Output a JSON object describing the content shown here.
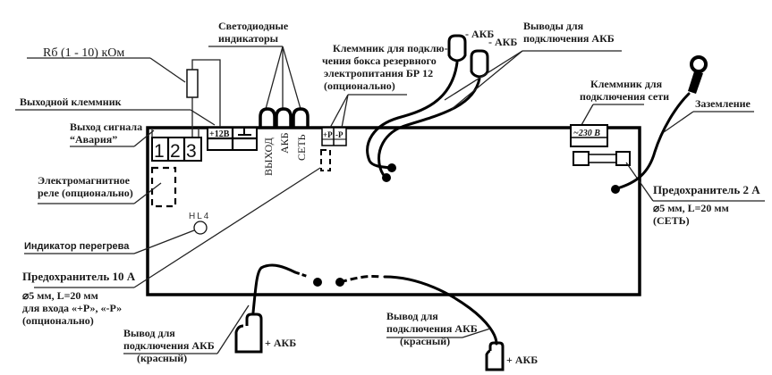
{
  "diagram": {
    "resistor": {
      "label": "Rб  (1 - 10) кОм"
    },
    "led_indicators": {
      "title_line1": "Светодиодные",
      "title_line2": "индикаторы",
      "leds": [
        "ВЫХОД",
        "АКБ",
        "СЕТЬ"
      ]
    },
    "output_terminal": {
      "label": "Выходной клеммник",
      "pins": [
        "1",
        "2",
        "3"
      ],
      "power_labels": [
        "+12В",
        "⊥"
      ]
    },
    "alarm_output": {
      "line1": "Выход сигнала",
      "line2": "“Авария”"
    },
    "relay": {
      "line1": "Электромагнитное",
      "line2": "реле (опционально)"
    },
    "overheat": {
      "designator": "HL4",
      "label": "Индикатор перегрева"
    },
    "fuse_10a": {
      "title": "Предохранитель 10 А",
      "line1": "⌀5 мм, L=20 мм",
      "line2": "для входа «+Р», «-Р»",
      "line3": "(опционально)"
    },
    "backup_terminal": {
      "line1": "Клеммник для подклю-",
      "line2": "чения бокса резервного",
      "line3": "электропитания БР 12",
      "line4": "(опционально)",
      "pins": [
        "+P",
        "-P"
      ]
    },
    "battery_leads": {
      "title_line1": "Выводы  для",
      "title_line2": "подключения АКБ",
      "neg_label": "- АКБ",
      "pos_label": "+ АКБ"
    },
    "mains_terminal": {
      "line1": "Клеммник для",
      "line2": "подключения сети",
      "box_label": "~230 В"
    },
    "ground": {
      "label": "Заземление"
    },
    "fuse_2a": {
      "title": "Предохранитель 2 А",
      "line1": "⌀5 мм, L=20 мм",
      "line2": "(СЕТЬ)"
    },
    "battery_lead_red": {
      "line1": "Вывод для",
      "line2": "подключения АКБ",
      "line3": "(красный)"
    }
  }
}
